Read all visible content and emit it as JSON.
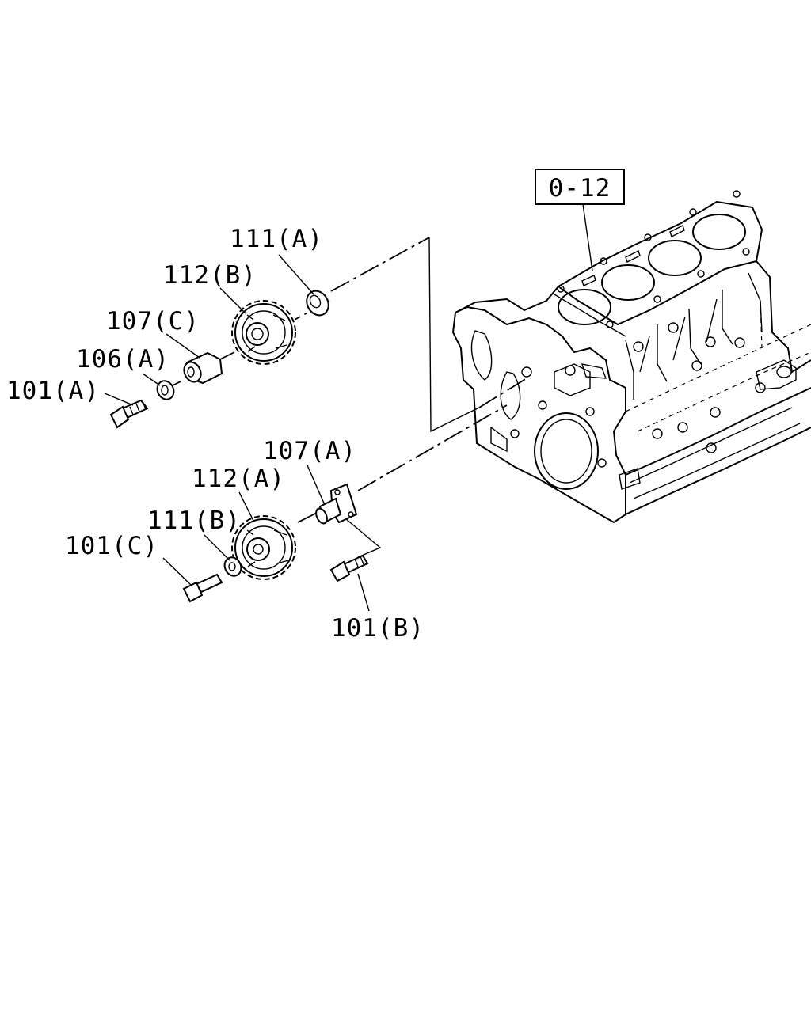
{
  "callouts": {
    "ref_box": "0-12",
    "p111A": "111(A)",
    "p112B": "112(B)",
    "p107C": "107(C)",
    "p106A": "106(A)",
    "p101A": "101(A)",
    "p107A": "107(A)",
    "p112A": "112(A)",
    "p111B": "111(B)",
    "p101C": "101(C)",
    "p101B": "101(B)"
  }
}
